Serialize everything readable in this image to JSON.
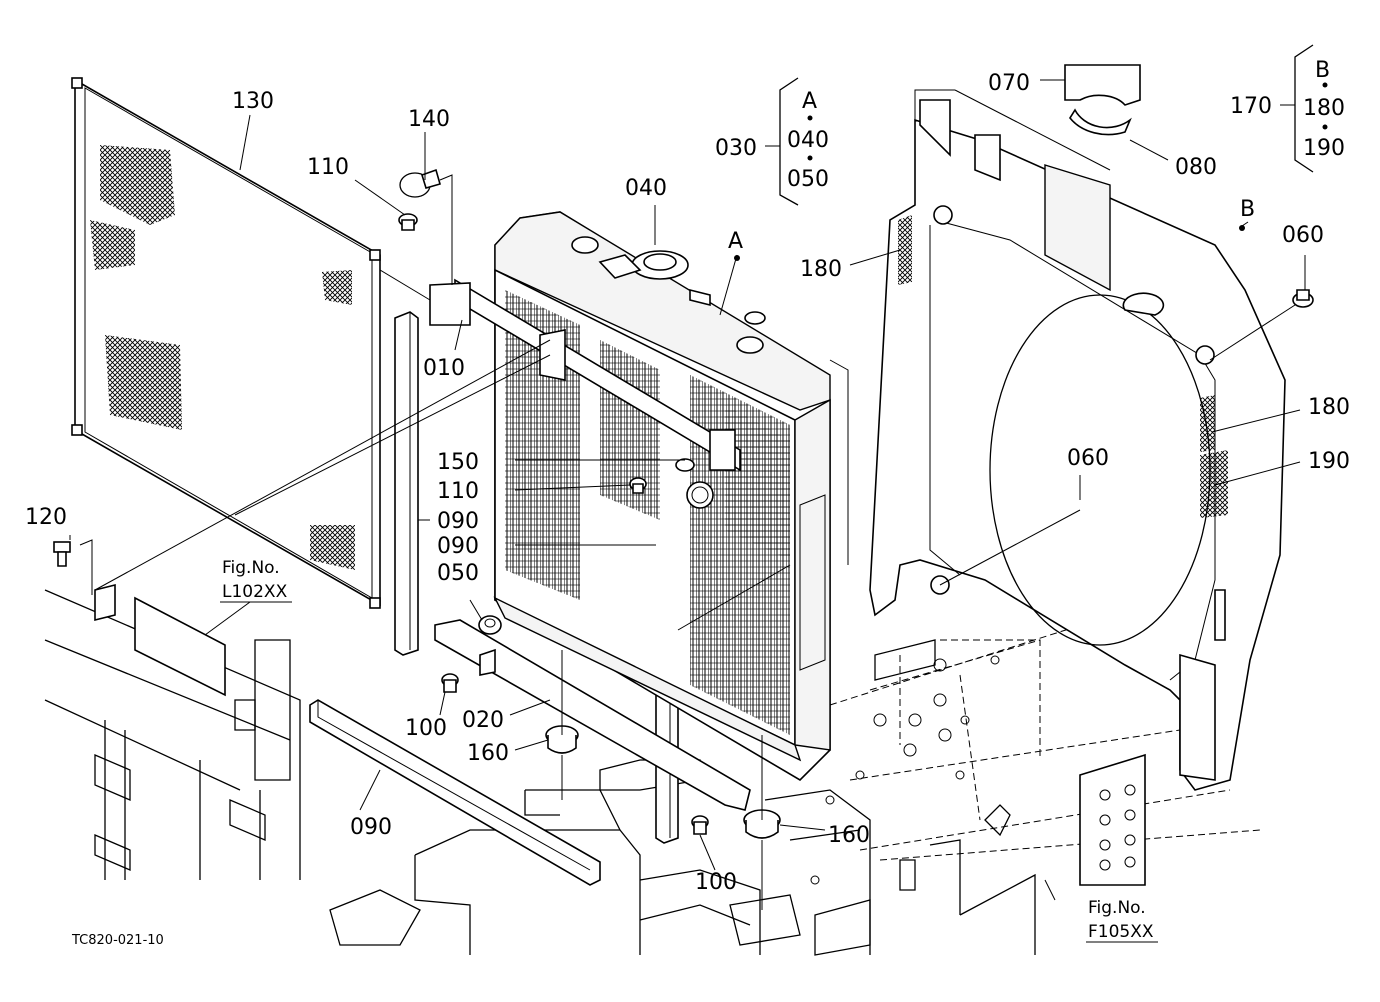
{
  "diagram": {
    "code": "TC820-021-10",
    "callouts": {
      "c130": "130",
      "c140": "140",
      "c110a": "110",
      "c040": "040",
      "cA": "A",
      "c010": "010",
      "c150": "150",
      "c110b": "110",
      "c090a": "090",
      "c090b": "090",
      "c050": "050",
      "c120": "120",
      "c100a": "100",
      "c020": "020",
      "c160a": "160",
      "c090c": "090",
      "c100b": "100",
      "c160b": "160",
      "c070": "070",
      "c080": "080",
      "c180a": "180",
      "cB": "B",
      "c060a": "060",
      "c180b": "180",
      "c190": "190",
      "c060b": "060"
    },
    "group030": {
      "ref": "030",
      "items": [
        "A",
        "040",
        "050"
      ]
    },
    "group170": {
      "ref": "170",
      "items": [
        "B",
        "180",
        "190"
      ]
    },
    "figref_left": {
      "title": "Fig.No.",
      "code": "L102XX"
    },
    "figref_right": {
      "title": "Fig.No.",
      "code": "F105XX"
    }
  }
}
